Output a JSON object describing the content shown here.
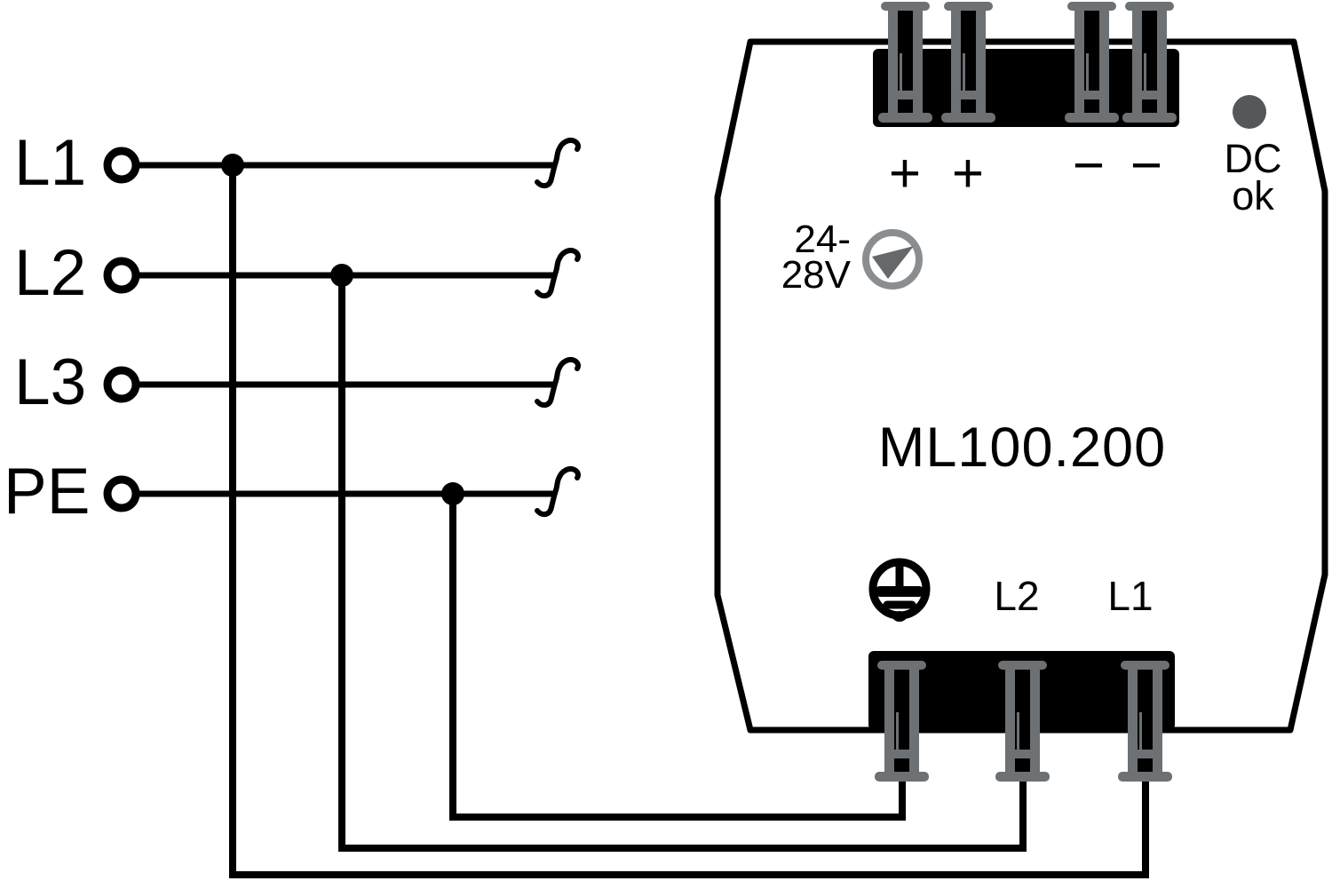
{
  "colors": {
    "ink": "#000000",
    "background": "#ffffff",
    "terminal_gray": "#6d7174",
    "led_gray": "#54585b",
    "knob_ring_gray": "#8b8e90",
    "knob_pointer_gray": "#66696c"
  },
  "diagram": {
    "inputs": [
      {
        "label": "L1"
      },
      {
        "label": "L2"
      },
      {
        "label": "L3"
      },
      {
        "label": "PE"
      }
    ],
    "device": {
      "model": "ML100.200",
      "top_terminal_labels": [
        "+",
        "+",
        "−",
        "−"
      ],
      "dc_indicator": {
        "line1": "DC",
        "line2": "ok"
      },
      "voltage_adjust": {
        "line1": "24-",
        "line2": "28V"
      },
      "bottom_terminal_labels": [
        "L2",
        "L1"
      ]
    },
    "connections": [
      {
        "input": "L1",
        "to": "device bottom terminal L1"
      },
      {
        "input": "L2",
        "to": "device bottom terminal L2"
      },
      {
        "input": "PE",
        "to": "device bottom ground terminal"
      },
      {
        "input": "L3",
        "to": "unconnected (break symbol)"
      }
    ]
  }
}
